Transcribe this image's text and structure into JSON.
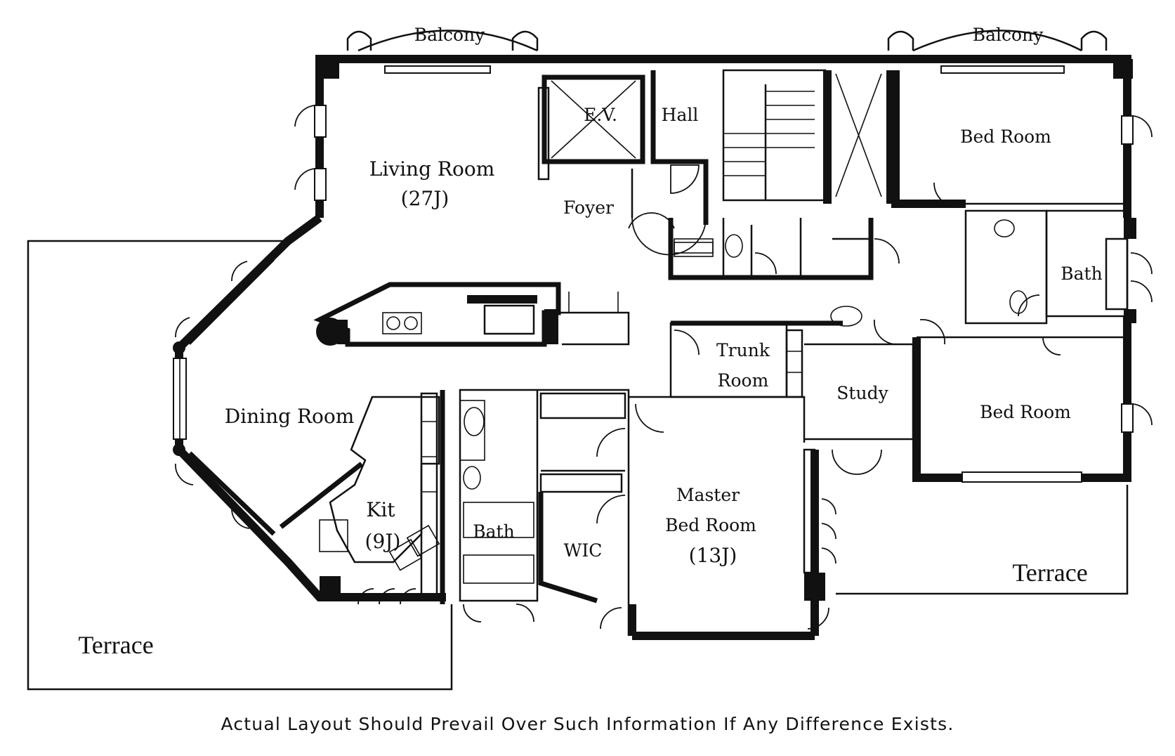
{
  "rooms": {
    "living_room": "Living Room",
    "living_room_size": "(27J)",
    "dining_room": "Dining Room",
    "kitchen": "Kit",
    "kitchen_size": "(9J)",
    "foyer": "Foyer",
    "ev": "E.V.",
    "hall": "Hall",
    "balcony_left": "Balcony",
    "balcony_right": "Balcony",
    "bed_room_upper": "Bed Room",
    "bed_room_lower": "Bed Room",
    "bath_right": "Bath",
    "bath_left": "Bath",
    "trunk_room_line1": "Trunk",
    "trunk_room_line2": "Room",
    "study": "Study",
    "master_line1": "Master",
    "master_line2": "Bed Room",
    "master_size": "(13J)",
    "wic": "WIC",
    "terrace_left": "Terrace",
    "terrace_right": "Terrace"
  },
  "disclaimer": "Actual Layout Should Prevail Over Such Information If Any Difference Exists."
}
